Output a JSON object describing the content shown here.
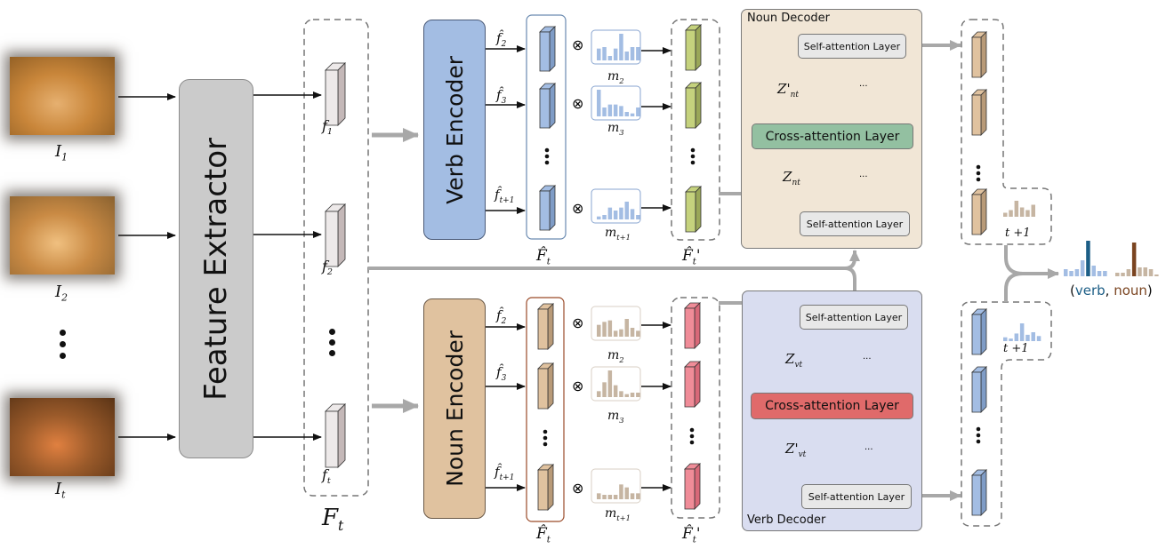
{
  "frames": [
    {
      "label": "I",
      "sub": "1",
      "tone": [
        "#c9863a",
        "#8a5a22",
        "#e6b070"
      ]
    },
    {
      "label": "I",
      "sub": "2",
      "tone": [
        "#c98a44",
        "#8a6230",
        "#f0c080"
      ]
    },
    {
      "label": "I",
      "sub": "t",
      "tone": [
        "#9a5a2a",
        "#5a3416",
        "#e08040"
      ]
    }
  ],
  "feature_extractor": {
    "label": "Feature Extractor"
  },
  "features": {
    "items": [
      {
        "label": "f",
        "sub": "1"
      },
      {
        "label": "f",
        "sub": "2"
      },
      {
        "label": "f",
        "sub": "t"
      }
    ],
    "group_label": "F",
    "group_sub": "t"
  },
  "verb_branch": {
    "encoder_label": "Verb Encoder",
    "inputs": [
      {
        "label": "f̂",
        "sub": "2"
      },
      {
        "label": "f̂",
        "sub": "3"
      },
      {
        "label": "f̂",
        "sub": "t+1"
      }
    ],
    "masks": [
      {
        "label": "m",
        "sub": "2",
        "values": [
          4,
          4.5,
          1.5,
          4,
          9,
          3,
          4.5,
          4.5
        ]
      },
      {
        "label": "m",
        "sub": "3",
        "values": [
          9,
          3,
          4,
          4,
          3.5,
          1.5,
          1,
          3
        ]
      },
      {
        "label": "m",
        "sub": "t+1",
        "values": [
          1,
          1.5,
          4,
          3,
          4,
          6,
          3.5,
          1.5
        ]
      }
    ],
    "group_label": "F̂",
    "group_sub": "t",
    "output_group_label": "F̂",
    "output_group_sub": "t",
    "output_prime": "'",
    "color": "#a3bde3",
    "output_color": "#c5d27d",
    "mask_color": "#a3bde3"
  },
  "noun_branch": {
    "encoder_label": "Noun Encoder",
    "inputs": [
      {
        "label": "f̂",
        "sub": "2"
      },
      {
        "label": "f̂",
        "sub": "3"
      },
      {
        "label": "f̂",
        "sub": "t+1"
      }
    ],
    "masks": [
      {
        "label": "m",
        "sub": "2",
        "values": [
          4,
          5,
          5.5,
          2,
          2.5,
          6,
          3,
          2
        ]
      },
      {
        "label": "m",
        "sub": "3",
        "values": [
          2,
          5,
          9,
          4,
          2,
          1,
          1.5,
          1.5
        ]
      },
      {
        "label": "m",
        "sub": "t+1",
        "values": [
          2,
          1.5,
          1.5,
          1.5,
          5,
          4,
          2,
          2
        ]
      }
    ],
    "group_label": "F̂",
    "group_sub": "t",
    "output_group_label": "F̂",
    "output_group_sub": "t",
    "output_prime": "'",
    "color": "#e0c29f",
    "output_color": "#f08c98",
    "mask_color": "#c6b5a2"
  },
  "noun_decoder": {
    "title": "Noun Decoder",
    "top_layer": "Self-attention Layer",
    "cross_layer": "Cross-attention Layer",
    "bottom_layer": "Self-attention Layer",
    "z_prime_label": "Z",
    "z_prime_sub": "nt",
    "z_prime_mark": "'",
    "z_label": "Z",
    "z_sub": "nt",
    "ellipsis": "...",
    "bg": "#f1e6d6",
    "cross_color": "#93c0a1"
  },
  "verb_decoder": {
    "title": "Verb Decoder",
    "top_layer": "Self-attention Layer",
    "cross_layer": "Cross-attention Layer",
    "bottom_layer": "Self-attention Layer",
    "z_label": "Z",
    "z_sub": "vt",
    "z_prime_label": "Z",
    "z_prime_sub": "vt",
    "z_prime_mark": "'",
    "ellipsis": "...",
    "bg": "#d9ddf0",
    "cross_color": "#e06a6a"
  },
  "noun_output": {
    "step_label": "t +1",
    "hist": [
      1.5,
      2.5,
      6,
      3.5,
      2.5,
      4.5
    ],
    "color": "#c6b5a2"
  },
  "verb_output": {
    "step_label": "t +1",
    "hist": [
      1.5,
      1,
      3,
      7,
      2.5,
      3.5,
      2
    ],
    "color": "#a3bde3"
  },
  "final": {
    "verb_hist": [
      2,
      1.5,
      2,
      4.5,
      10,
      3,
      1.5,
      1.5
    ],
    "verb_peak_index": 4,
    "verb_color": "#a3bde3",
    "verb_peak_color": "#1c5e86",
    "noun_hist": [
      1,
      1,
      2,
      9.5,
      2.5,
      2.5,
      2,
      0.5
    ],
    "noun_peak_index": 3,
    "noun_color": "#c6b5a2",
    "noun_peak_color": "#7a4420",
    "label_open": "(",
    "label_verb": "verb",
    "label_sep": ", ",
    "label_noun": "noun",
    "label_close": ")"
  },
  "operator_symbol": "⊗",
  "vertical_ellipsis": "⋮"
}
